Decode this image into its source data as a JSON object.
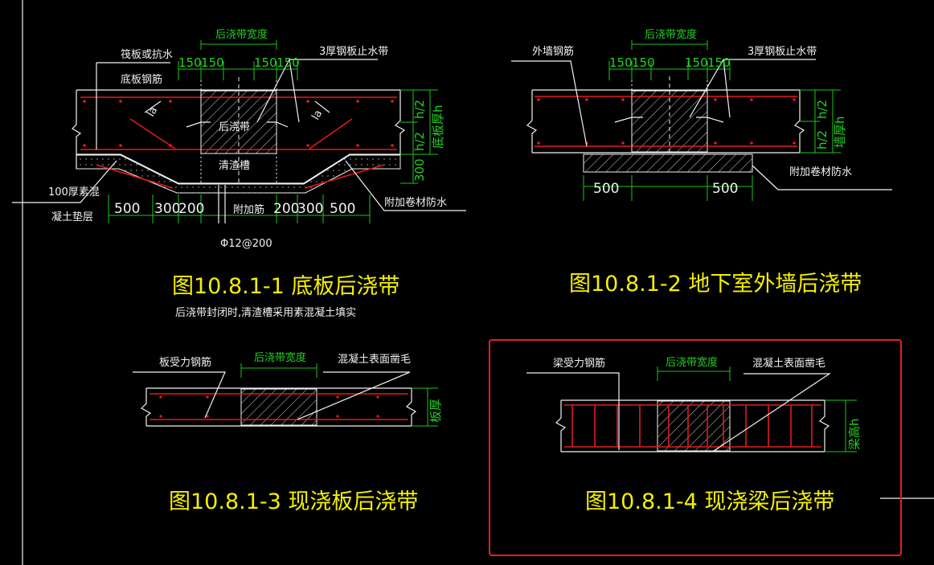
{
  "colors": {
    "background": "#000000",
    "line": "#f2f2f2",
    "rebar": "#e31b1b",
    "dimension": "#22d222",
    "caption": "#f3f000",
    "highlight": "#e31b1b"
  },
  "fig1": {
    "caption": "图10.8.1-1  底板后浇带",
    "note": "后浇带封闭时,清渣槽采用素混凝土填实",
    "width_label": "后浇带宽度",
    "dims_top": [
      "150",
      "150",
      "150",
      "150"
    ],
    "raft": "筏板或抗水",
    "bottom_bar": "底板钢筋",
    "waterstop": "3厚钢板止水带",
    "post_pour": "后浇带",
    "la_left": "la",
    "la_right": "la",
    "slag": "清渣槽",
    "h2_top": "h/2",
    "h2_bottom": "h/2",
    "thick": "底板厚h",
    "depth": "300",
    "cushion_1": "100厚素混",
    "cushion_2": "凝土垫层",
    "membrane": "附加卷材防水",
    "dims_bottom": [
      "500",
      "300",
      "200",
      "200",
      "300",
      "500"
    ],
    "add_bar": "附加筋",
    "add_bar_spec": "Φ12@200"
  },
  "fig2": {
    "caption": "图10.8.1-2  地下室外墙后浇带",
    "width_label": "后浇带宽度",
    "dims_top": [
      "150",
      "150",
      "150",
      "150"
    ],
    "wall_bar": "外墙钢筋",
    "waterstop": "3厚钢板止水带",
    "h2_top": "h/2",
    "h2_bottom": "h/2",
    "thick": "墙厚h",
    "membrane": "附加卷材防水",
    "dims_bottom": [
      "500",
      "500"
    ]
  },
  "fig3": {
    "caption": "图10.8.1-3  现浇板后浇带",
    "width_label": "后浇带宽度",
    "bar": "板受力钢筋",
    "chisel": "混凝土表面凿毛",
    "thick": "板厚"
  },
  "fig4": {
    "caption": "图10.8.1-4  现浇梁后浇带",
    "width_label": "后浇带宽度",
    "bar": "梁受力钢筋",
    "chisel": "混凝土表面凿毛",
    "height": "梁高h"
  }
}
